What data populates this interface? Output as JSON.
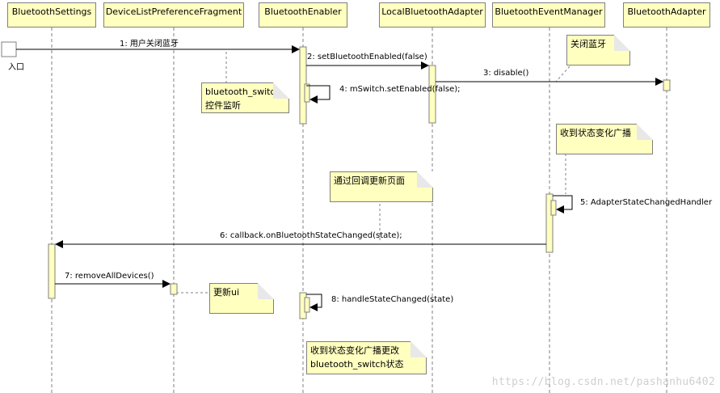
{
  "participants": [
    {
      "id": "bluetooth-settings",
      "label": "BluetoothSettings"
    },
    {
      "id": "device-list-fragment",
      "label": "DeviceListPreferenceFragment"
    },
    {
      "id": "bluetooth-enabler",
      "label": "BluetoothEnabler"
    },
    {
      "id": "local-bluetooth-adapter",
      "label": "LocalBluetoothAdapter"
    },
    {
      "id": "bluetooth-event-manager",
      "label": "BluetoothEventManager"
    },
    {
      "id": "bluetooth-adapter",
      "label": "BluetoothAdapter"
    }
  ],
  "entry_label": "入口",
  "messages": {
    "m1": "1: 用户关闭蓝牙",
    "m2": "2: setBluetoothEnabled(false)",
    "m3": "3: disable()",
    "m4": "4: mSwitch.setEnabled(false);",
    "m5": "5: AdapterStateChangedHandler",
    "m6": "6: callback.onBluetoothStateChanged(state);",
    "m7": "7: removeAllDevices()",
    "m8": "8: handleStateChanged(state)"
  },
  "notes": {
    "switch_line1": "bluetooth_switch",
    "switch_line2": "控件监听",
    "close": "关闭蓝牙",
    "state_broadcast": "收到状态变化广播",
    "callback": "通过回调更新页面",
    "update_ui": "更新ui",
    "final_line1": "收到状态变化广播更改",
    "final_line2": "bluetooth_switch状态"
  },
  "watermark": "https://blog.csdn.net/pashanhu6402"
}
